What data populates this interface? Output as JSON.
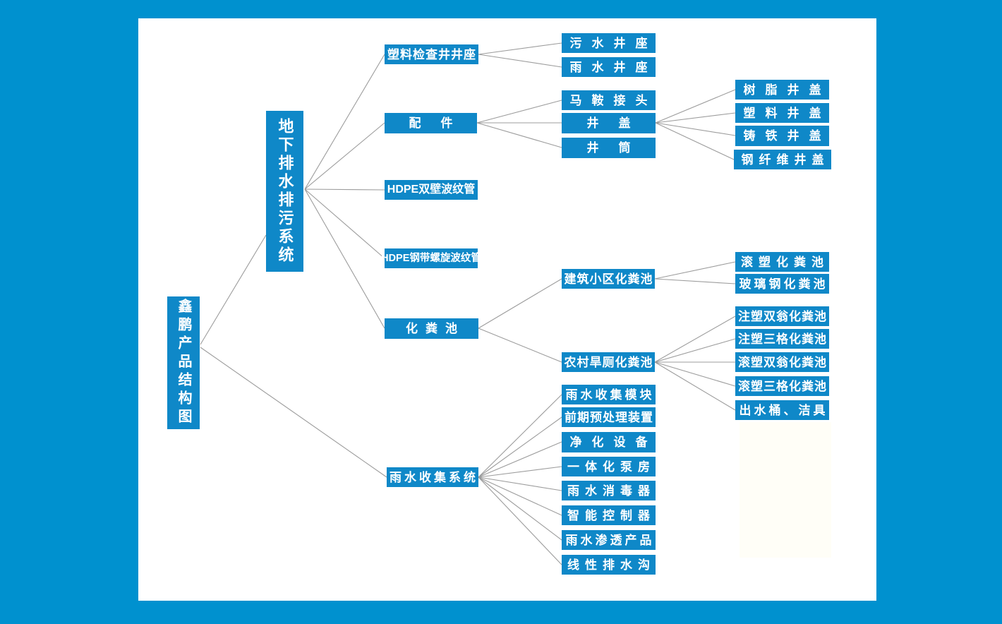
{
  "diagram": {
    "title": "鑫鹏产品结构图",
    "colors": {
      "background": "#0091cf",
      "panel": "#ffffff",
      "node_fill": "#0f88c8",
      "node_text": "#ffffff",
      "connector": "#9c9c9c"
    },
    "nodes": {
      "root": {
        "label": "鑫鹏产品结构图"
      },
      "sys_underground": {
        "label": "地下排水排污系统"
      },
      "inspection_base": {
        "label": "塑料检查井井座"
      },
      "sewage_base": {
        "label": "污水井座"
      },
      "rain_base": {
        "label": "雨水井座"
      },
      "fittings": {
        "label": "配件"
      },
      "saddle": {
        "label": "马鞍接头"
      },
      "cover": {
        "label": "井盖"
      },
      "shaft": {
        "label": "井筒"
      },
      "resin_cover": {
        "label": "树脂井盖"
      },
      "plastic_cover": {
        "label": "塑料井盖"
      },
      "iron_cover": {
        "label": "铸铁井盖"
      },
      "fiber_cover": {
        "label": "钢纤维井盖"
      },
      "hdpe_double": {
        "label": "HDPE双壁波纹管"
      },
      "hdpe_steel": {
        "label": "HDPE钢带螺旋波纹管"
      },
      "septic": {
        "label": "化粪池"
      },
      "septic_residential": {
        "label": "建筑小区化粪池"
      },
      "septic_roto": {
        "label": "滚塑化粪池"
      },
      "septic_frp": {
        "label": "玻璃钢化粪池"
      },
      "septic_rural": {
        "label": "农村旱厕化粪池"
      },
      "inj_double_urn": {
        "label": "注塑双翁化粪池"
      },
      "inj_three_cell": {
        "label": "注塑三格化粪池"
      },
      "roto_double_urn": {
        "label": "滚塑双翁化粪池"
      },
      "roto_three_cell": {
        "label": "滚塑三格化粪池"
      },
      "outlet_fixtures": {
        "label": "出水桶、洁具"
      },
      "sys_rainwater": {
        "label": "雨水收集系统"
      },
      "rw_module": {
        "label": "雨水收集模块"
      },
      "rw_pretreat": {
        "label": "前期预处理装置"
      },
      "rw_purify": {
        "label": "净化设备"
      },
      "rw_pump": {
        "label": "一体化泵房"
      },
      "rw_disinfect": {
        "label": "雨水消毒器"
      },
      "rw_controller": {
        "label": "智能控制器"
      },
      "rw_permeate": {
        "label": "雨水渗透产品"
      },
      "rw_drain": {
        "label": "线性排水沟"
      }
    },
    "edges": [
      [
        "root",
        "sys_underground"
      ],
      [
        "root",
        "sys_rainwater"
      ],
      [
        "sys_underground",
        "inspection_base"
      ],
      [
        "sys_underground",
        "fittings"
      ],
      [
        "sys_underground",
        "hdpe_double"
      ],
      [
        "sys_underground",
        "hdpe_steel"
      ],
      [
        "sys_underground",
        "septic"
      ],
      [
        "inspection_base",
        "sewage_base"
      ],
      [
        "inspection_base",
        "rain_base"
      ],
      [
        "fittings",
        "saddle"
      ],
      [
        "fittings",
        "cover"
      ],
      [
        "fittings",
        "shaft"
      ],
      [
        "cover",
        "resin_cover"
      ],
      [
        "cover",
        "plastic_cover"
      ],
      [
        "cover",
        "iron_cover"
      ],
      [
        "cover",
        "fiber_cover"
      ],
      [
        "septic",
        "septic_residential"
      ],
      [
        "septic",
        "septic_rural"
      ],
      [
        "septic_residential",
        "septic_roto"
      ],
      [
        "septic_residential",
        "septic_frp"
      ],
      [
        "septic_rural",
        "inj_double_urn"
      ],
      [
        "septic_rural",
        "inj_three_cell"
      ],
      [
        "septic_rural",
        "roto_double_urn"
      ],
      [
        "septic_rural",
        "roto_three_cell"
      ],
      [
        "septic_rural",
        "outlet_fixtures"
      ],
      [
        "sys_rainwater",
        "rw_module"
      ],
      [
        "sys_rainwater",
        "rw_pretreat"
      ],
      [
        "sys_rainwater",
        "rw_purify"
      ],
      [
        "sys_rainwater",
        "rw_pump"
      ],
      [
        "sys_rainwater",
        "rw_disinfect"
      ],
      [
        "sys_rainwater",
        "rw_controller"
      ],
      [
        "sys_rainwater",
        "rw_permeate"
      ],
      [
        "sys_rainwater",
        "rw_drain"
      ]
    ]
  }
}
